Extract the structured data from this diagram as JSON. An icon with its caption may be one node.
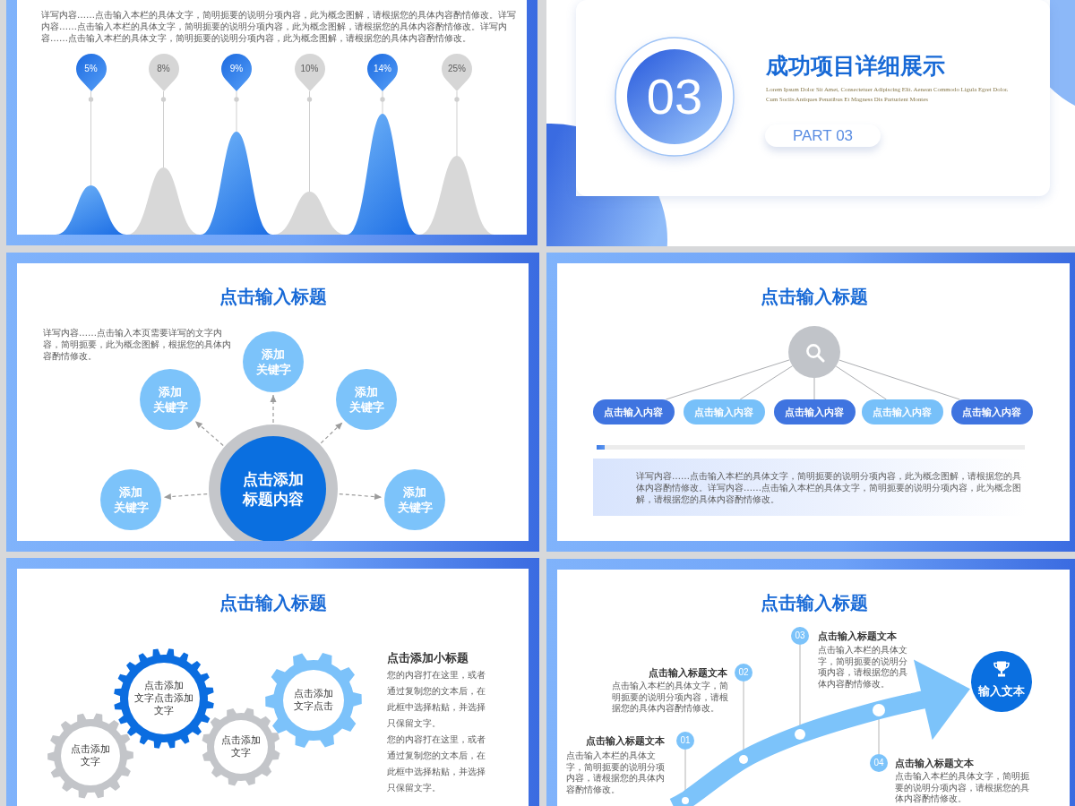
{
  "diagram": {
    "nodes": [
      {
        "text": [
          "详写内容……点击输入本栏的具体文字，简明扼要的说明分项内容，此为概念图解，请根据您的具体内容酌情修改。详写内容……点击输入本栏的具体文字，简明扼要的说明分项内容，此为概念图解，请根据您的具体内容酌情修改。详写内容……点击输入本栏的具体文字，简明扼要的说明分项内容，此为概念图解，请根据您的具体内容酌情修改。"
        ]
      },
      {
        "text": [
          "5%"
        ],
        "in": 0
      },
      {
        "text": [
          "8%"
        ],
        "in": 0
      },
      {
        "text": [
          "9%"
        ],
        "in": 0
      },
      {
        "text": [
          "10%"
        ],
        "in": 0
      },
      {
        "text": [
          "14%"
        ],
        "in": 0
      },
      {
        "text": [
          "25%"
        ],
        "in": 0
      },
      {
        "text": [],
        "shape": "mountain",
        "in": 0
      },
      {
        "text": [],
        "shape": "mountain",
        "in": 0
      },
      {
        "text": [],
        "shape": "mountain",
        "in": 0
      },
      {
        "text": [],
        "shape": "mountain",
        "in": 0
      },
      {
        "text": [],
        "shape": "mountain",
        "in": 0
      },
      {
        "text": [],
        "shape": "mountain",
        "in": 0
      },
      {
        "text": [
          "成功项目详细展示",
          "Lorem Ipsum Dolor Sit Amet, Consectetuer Adipiscing Elit. Aenean Commodo Ligula Egret Dolor. Cum Sociis Antiques Penatibus Et Magness Dis Parturient Montes"
        ]
      },
      {
        "text": [
          "03"
        ],
        "in": 13
      },
      {
        "text": [
          "PART 03"
        ],
        "in": 13
      },
      {
        "text": [
          "点击输入标题",
          "详写内容……点击输入本页需要详写的文字内容，简明扼要，此为概念图解，根据您的具体内容酌情修改。"
        ]
      },
      {
        "text": [
          "添加关键字"
        ],
        "in": 16
      },
      {
        "text": [
          "添加关键字"
        ],
        "in": 16
      },
      {
        "text": [
          "添加关键字"
        ],
        "in": 16
      },
      {
        "text": [
          "点击添加标题内容"
        ],
        "in": 16
      },
      {
        "text": [
          "添加关键字"
        ],
        "in": 16
      },
      {
        "text": [
          "添加关键字"
        ],
        "in": 16
      },
      {
        "text": [
          "点击输入标题"
        ]
      },
      {
        "text": [],
        "shape": "circle",
        "in": 23
      },
      {
        "text": [
          "点击输入内容"
        ],
        "in": 23
      },
      {
        "text": [
          "点击输入内容"
        ],
        "in": 23
      },
      {
        "text": [
          "点击输入内容"
        ],
        "in": 23
      },
      {
        "text": [
          "点击输入内容"
        ],
        "in": 23
      },
      {
        "text": [
          "点击输入内容"
        ],
        "in": 23
      },
      {
        "text": [
          "详写内容……点击输入本栏的具体文字，简明扼要的说明分项内容，此为概念图解，请根据您的具体内容酌情修改。详写内容……点击输入本栏的具体文字，简明扼要的说明分项内容，此为概念图解，请根据您的具体内容酌情修改。"
        ],
        "in": 23
      },
      {
        "text": [
          "点击输入标题",
          "点击添加小标题",
          "您的内容打在这里，或者通过复制您的文本后，在此框中选择粘贴，并选择只保留文字。",
          "您的内容打在这里，或者通过复制您的文本后，在此框中选择粘贴，并选择只保留文字。"
        ]
      },
      {
        "text": [
          "点击添加文字点击添加文字"
        ],
        "in": 31
      },
      {
        "text": [
          "点击添加文字点击"
        ],
        "in": 31
      },
      {
        "text": [
          "点击添加文字"
        ],
        "in": 31
      },
      {
        "text": [
          "点击添加文字"
        ],
        "in": 31
      },
      {
        "text": [
          "点击输入标题"
        ]
      },
      {
        "text": [
          "01"
        ],
        "in": 36,
        "beside": [
          "点击输入标题文本",
          "点击输入本栏的具体文字，简明扼要的说明分项内容，请根据您的具体内容酌情修改。"
        ]
      },
      {
        "text": [
          "02"
        ],
        "in": 36,
        "beside": [
          "点击输入标题文本",
          "点击输入本栏的具体文字，简明扼要的说明分项内容，请根据您的具体内容酌情修改。"
        ]
      },
      {
        "text": [
          "03"
        ],
        "in": 36,
        "beside": [
          "点击输入标题文本",
          "点击输入本栏的具体文字，简明扼要的说明分项内容，请根据您的具体内容酌情修改。"
        ]
      },
      {
        "text": [
          "04"
        ],
        "in": 36,
        "beside": [
          "点击输入标题文本",
          "点击输入本栏的具体文字，简明扼要的说明分项内容，请根据您的具体内容酌情修改。"
        ]
      },
      {
        "text": [
          "输入文本"
        ],
        "in": 36
      },
      {
        "text": [],
        "shape": "circle",
        "in": 36
      },
      {
        "text": [],
        "shape": "circle",
        "in": 36
      },
      {
        "text": [],
        "shape": "circle",
        "in": 36
      },
      {
        "text": [],
        "shape": "circle",
        "in": 36
      }
    ],
    "edges": [
      {
        "from": 1,
        "to": 7,
        "arrow": "other"
      },
      {
        "from": 2,
        "to": 8,
        "arrow": "other"
      },
      {
        "from": 3,
        "to": 9,
        "arrow": "other"
      },
      {
        "from": 4,
        "to": 10,
        "arrow": "other"
      },
      {
        "from": 5,
        "to": 11,
        "arrow": "other"
      },
      {
        "from": 6,
        "to": 12,
        "arrow": "other"
      },
      {
        "from": 20,
        "to": 17,
        "arrow": "to",
        "style": "dashed"
      },
      {
        "from": 20,
        "to": 18,
        "arrow": "to",
        "style": "dashed"
      },
      {
        "from": 20,
        "to": 19,
        "arrow": "to",
        "style": "dashed"
      },
      {
        "from": 20,
        "to": 21,
        "arrow": "to",
        "style": "dashed"
      },
      {
        "from": 20,
        "to": 22,
        "arrow": "to",
        "style": "dashed"
      },
      {
        "from": 24,
        "to": 25,
        "arrow": "none"
      },
      {
        "from": 24,
        "to": 26,
        "arrow": "none"
      },
      {
        "from": 24,
        "to": 27,
        "arrow": "none"
      },
      {
        "from": 24,
        "to": 28,
        "arrow": "none"
      },
      {
        "from": 24,
        "to": 29,
        "arrow": "none"
      },
      {
        "from": 37,
        "to": 42,
        "arrow": "none"
      },
      {
        "from": 38,
        "to": 43,
        "arrow": "none"
      },
      {
        "from": 39,
        "to": 44,
        "arrow": "none"
      },
      {
        "from": 40,
        "to": 45,
        "arrow": "none"
      },
      {
        "from": null,
        "to": 41,
        "arrow": "to",
        "style": "thick",
        "color": "#7cc3fa"
      }
    ]
  }
}
